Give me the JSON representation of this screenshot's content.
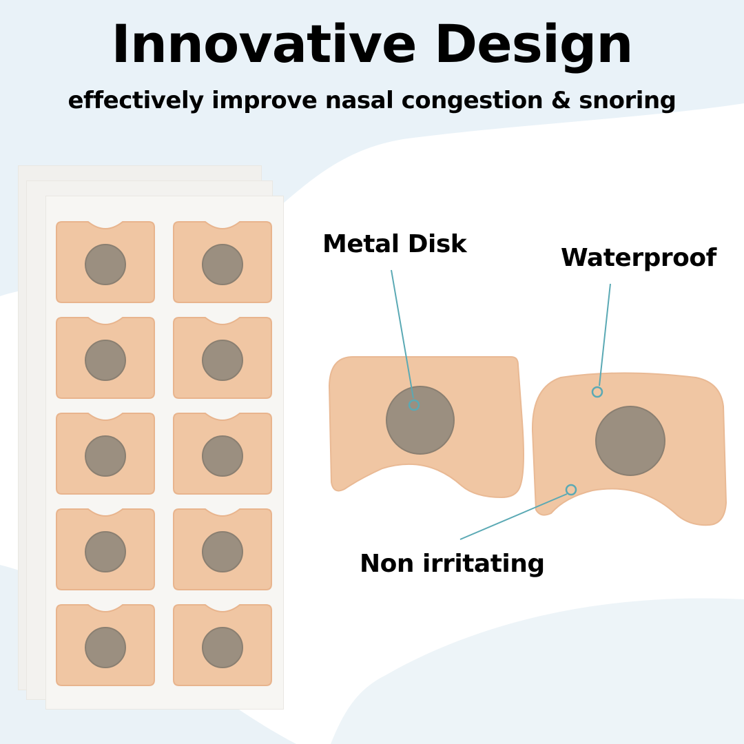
{
  "header": {
    "title": "Innovative Design",
    "subtitle": "effectively improve nasal congestion & snoring"
  },
  "callouts": {
    "metal_disk": "Metal Disk",
    "waterproof": "Waterproof",
    "non_irritating": "Non irritating"
  },
  "colors": {
    "background_light_blue": "#e9f2f8",
    "patch_skin": "#f0c6a3",
    "patch_edge": "#e8b48d",
    "metal_disk": "#9b8f80",
    "callout_line": "#5aa9b4",
    "sheet_paper": "#f6f5f2"
  },
  "patch_sheet": {
    "rows": 5,
    "columns": 2
  },
  "icons": [
    "metal-disk-marker-icon",
    "waterproof-marker-icon",
    "non-irritating-marker-icon"
  ]
}
